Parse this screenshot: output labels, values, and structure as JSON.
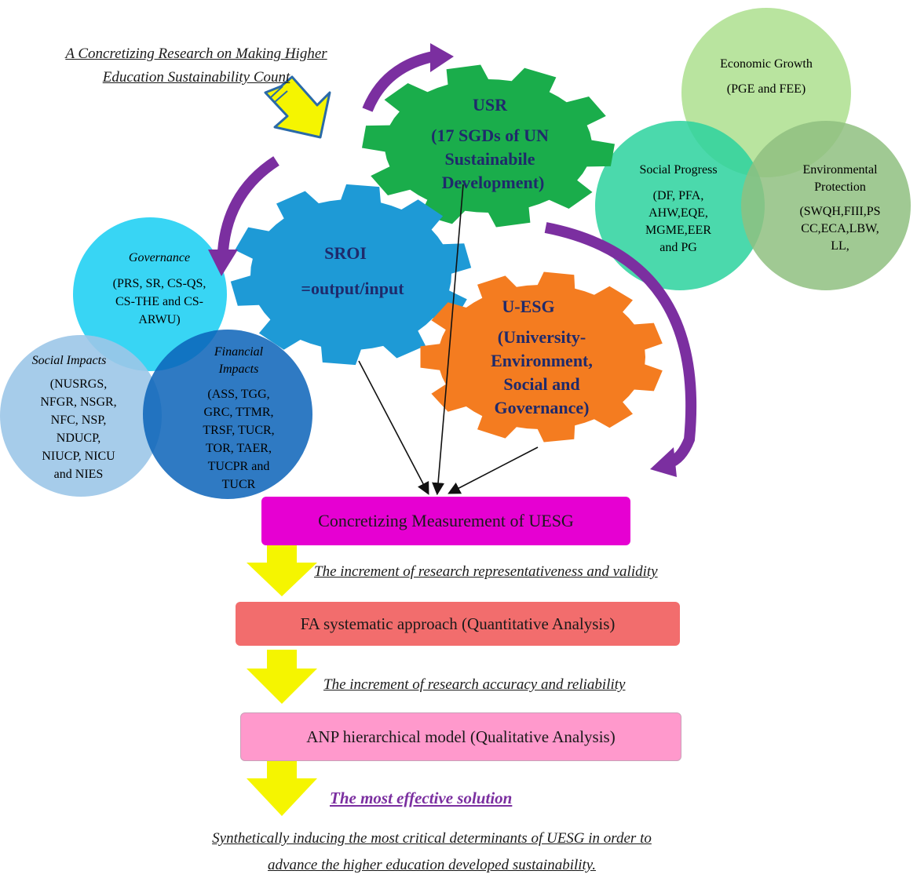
{
  "title": {
    "line1": "A Concretizing Research on Making Higher",
    "line2": "Education Sustainability Count"
  },
  "gears": {
    "usr": {
      "label": "USR",
      "l1": "(17 SGDs of UN",
      "l2": "Sustainabile",
      "l3": "Development)"
    },
    "sroi": {
      "label": "SROI",
      "formula": "=output/input"
    },
    "uesg": {
      "label": "U-ESG",
      "l1": "(University-",
      "l2": "Environment,",
      "l3": "Social and",
      "l4": "Governance)"
    }
  },
  "right_venn": {
    "economic": {
      "title": "Economic Growth",
      "body": "(PGE and FEE)"
    },
    "social": {
      "title": "Social Progress",
      "l1": "(DF, PFA,",
      "l2": "AHW,EQE,",
      "l3": "MGME,EER",
      "l4": "and PG"
    },
    "environmental": {
      "title1": "Environmental",
      "title2": "Protection",
      "l1": "(SWQH,FIII,PS",
      "l2": "CC,ECA,LBW,",
      "l3": "LL,"
    }
  },
  "left_venn": {
    "governance": {
      "title": "Governance",
      "l1": "(PRS, SR, CS-QS,",
      "l2": "CS-THE and CS-",
      "l3": "ARWU)"
    },
    "social": {
      "title": "Social Impacts",
      "l1": "(NUSRGS,",
      "l2": "NFGR, NSGR,",
      "l3": "NFC, NSP,",
      "l4": "NDUCP,",
      "l5": "NIUCP, NICU",
      "l6": "and NIES"
    },
    "financial": {
      "title1": "Financial",
      "title2": "Impacts",
      "l1": "(ASS, TGG,",
      "l2": "GRC, TTMR,",
      "l3": "TRSF, TUCR,",
      "l4": "TOR, TAER,",
      "l5": "TUCPR and",
      "l6": "TUCR"
    }
  },
  "flow": {
    "box1": "Concretizing Measurement of UESG",
    "note1": "The increment of research representativeness and validity",
    "box2": "FA systematic approach (Quantitative Analysis)",
    "note2": "The increment of research accuracy and reliability",
    "box3": "ANP hierarchical model (Qualitative Analysis)",
    "note3": "The most effective solution",
    "conclusion1": "Synthetically inducing the most critical determinants of UESG in order to",
    "conclusion2": "advance the higher education developed sustainability."
  },
  "colors": {
    "usr_gear": "#1aad4b",
    "sroi_gear": "#1e9ad6",
    "uesg_gear": "#f47c20",
    "arrow_purple": "#7b2fa0",
    "arrow_yellow": "#f5f500",
    "box1": "#e600d2",
    "box2": "#f26d6d",
    "box3": "#ff99cc",
    "econ_circle": "#b5e39a",
    "social_circle": "#2bd29e",
    "env_circle": "#8fbf80",
    "gov_circle": "#2dd3f3",
    "social_impacts_circle": "#9cc6e8",
    "financial_circle": "#0a63b8"
  }
}
